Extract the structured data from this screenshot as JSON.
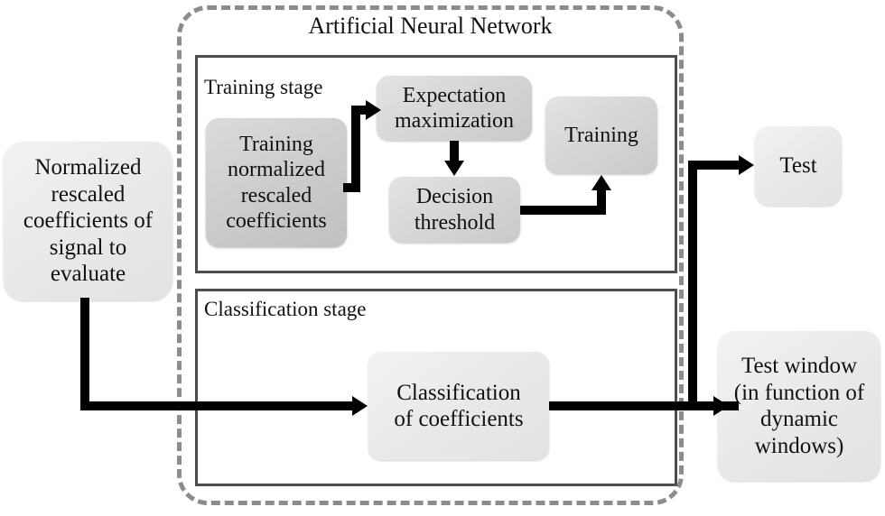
{
  "diagram": {
    "title": "Artificial Neural Network",
    "stages": [
      {
        "id": "training",
        "label": "Training stage"
      },
      {
        "id": "classification",
        "label": "Classification stage"
      }
    ],
    "nodes": {
      "input": "Normalized\nrescaled\ncoefficients of\nsignal to\nevaluate",
      "training_coefficients": "Training\nnormalized\nrescaled\ncoefficients",
      "expectation_maximization": "Expectation\nmaximization",
      "decision_threshold": "Decision\nthreshold",
      "training": "Training",
      "classification": "Classification\nof coefficients",
      "test": "Test",
      "test_window": "Test window\n(in function of\ndynamic\nwindows)"
    },
    "colors": {
      "dashed_border": "#8c8c8c",
      "stage_border": "#4d4d4d",
      "node_light": "#eaeaea",
      "node_mid": "#d6d6d6",
      "node_dark": "#cfcfcf",
      "connector": "#000000",
      "text": "#111111",
      "background": "#ffffff"
    }
  }
}
